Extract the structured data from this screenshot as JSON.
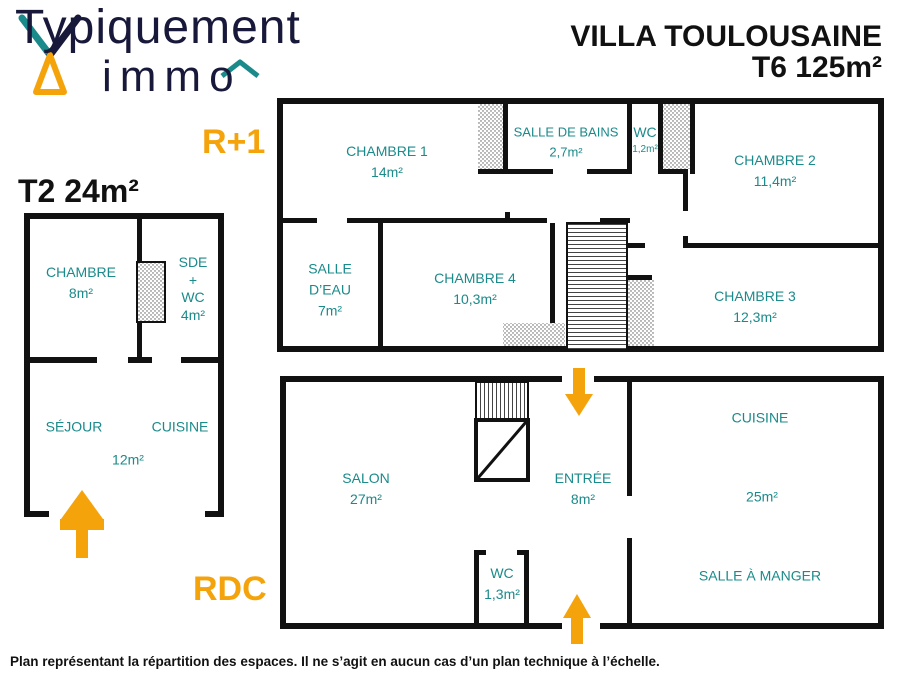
{
  "brand": {
    "line1": "Typiquement",
    "line2": "immo",
    "colors": {
      "navy": "#18183a",
      "teal": "#1b8a8a",
      "yellow": "#f5a30b"
    }
  },
  "villa": {
    "title": "VILLA TOULOUSAINE",
    "subtitle": "T6 125m²"
  },
  "t2": {
    "title": "T2 24m²"
  },
  "levels": {
    "upper": "R+1",
    "ground": "RDC"
  },
  "rooms": {
    "t2_chambre": {
      "name": "CHAMBRE",
      "area": "8m²"
    },
    "t2_sde": {
      "name1": "SDE",
      "name2": "+",
      "name3": "WC",
      "area": "4m²"
    },
    "t2_sejour": {
      "name": "SÉJOUR"
    },
    "t2_cuisine": {
      "name": "CUISINE",
      "area": "12m²"
    },
    "chambre1": {
      "name": "CHAMBRE 1",
      "area": "14m²"
    },
    "sdb": {
      "name": "SALLE DE BAINS",
      "area": "2,7m²"
    },
    "wc_upper": {
      "name": "WC",
      "area": "1,2m²"
    },
    "chambre2": {
      "name": "CHAMBRE 2",
      "area": "11,4m²"
    },
    "salle_eau": {
      "name1": "SALLE",
      "name2": "D’EAU",
      "area": "7m²"
    },
    "chambre4": {
      "name": "CHAMBRE 4",
      "area": "10,3m²"
    },
    "chambre3": {
      "name": "CHAMBRE 3",
      "area": "12,3m²"
    },
    "salon": {
      "name": "SALON",
      "area": "27m²"
    },
    "entree": {
      "name": "ENTRÉE",
      "area": "8m²"
    },
    "cuisine": {
      "name": "CUISINE",
      "area": "25m²"
    },
    "salle_manger": {
      "name": "SALLE À MANGER"
    },
    "wc_ground": {
      "name": "WC",
      "area": "1,3m²"
    }
  },
  "disclaimer": "Plan représentant la répartition des espaces. Il ne s’agit en aucun cas d’un plan technique à l’échelle."
}
